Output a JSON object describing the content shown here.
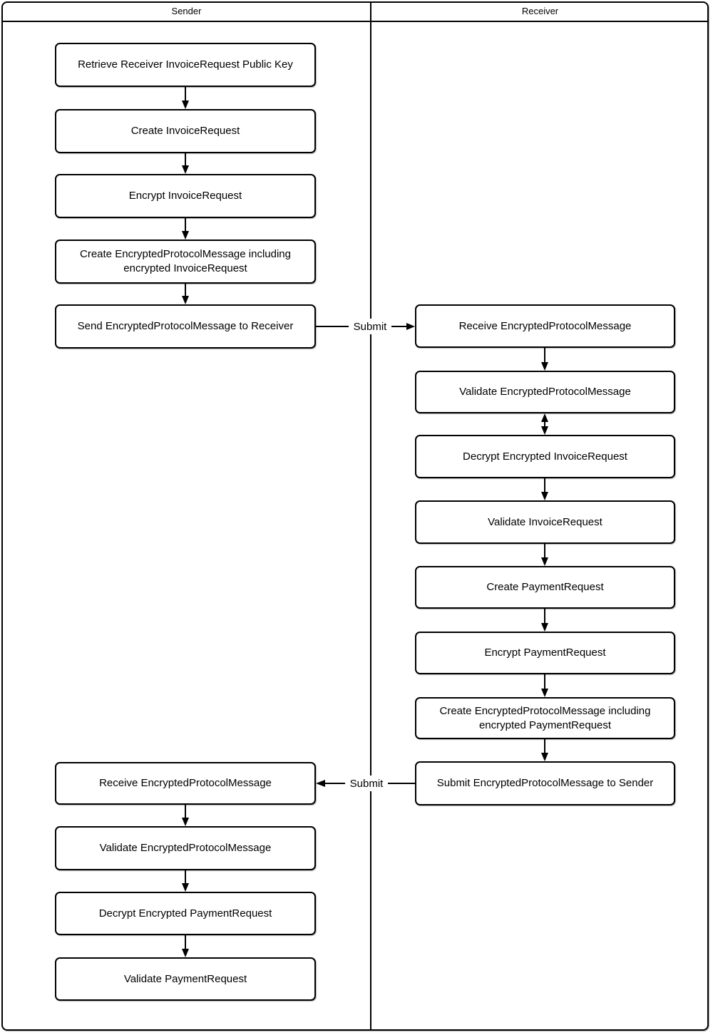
{
  "diagram": {
    "type": "swimlane-flowchart",
    "colors": {
      "stroke": "#000000",
      "fill": "#ffffff",
      "text": "#000000"
    },
    "lanes": [
      {
        "title": "Sender"
      },
      {
        "title": "Receiver"
      }
    ],
    "nodes": [
      {
        "id": "s-retrieve-key",
        "lane": "Sender",
        "label": "Retrieve Receiver InvoiceRequest Public Key"
      },
      {
        "id": "s-create-ir",
        "lane": "Sender",
        "label": "Create InvoiceRequest"
      },
      {
        "id": "s-encrypt-ir",
        "lane": "Sender",
        "label": "Encrypt InvoiceRequest"
      },
      {
        "id": "s-create-epm-ir",
        "lane": "Sender",
        "label": "Create EncryptedProtocolMessage including encrypted InvoiceRequest"
      },
      {
        "id": "s-send-epm",
        "lane": "Sender",
        "label": "Send EncryptedProtocolMessage to Receiver"
      },
      {
        "id": "r-receive-epm",
        "lane": "Receiver",
        "label": "Receive EncryptedProtocolMessage"
      },
      {
        "id": "r-validate-epm",
        "lane": "Receiver",
        "label": "Validate EncryptedProtocolMessage"
      },
      {
        "id": "r-decrypt-ir",
        "lane": "Receiver",
        "label": "Decrypt Encrypted InvoiceRequest"
      },
      {
        "id": "r-validate-ir",
        "lane": "Receiver",
        "label": "Validate InvoiceRequest"
      },
      {
        "id": "r-create-pr",
        "lane": "Receiver",
        "label": "Create PaymentRequest"
      },
      {
        "id": "r-encrypt-pr",
        "lane": "Receiver",
        "label": "Encrypt PaymentRequest"
      },
      {
        "id": "r-create-epm-pr",
        "lane": "Receiver",
        "label": "Create EncryptedProtocolMessage including encrypted PaymentRequest"
      },
      {
        "id": "r-submit-epm",
        "lane": "Receiver",
        "label": "Submit EncryptedProtocolMessage to Sender"
      },
      {
        "id": "s-receive-epm",
        "lane": "Sender",
        "label": "Receive EncryptedProtocolMessage"
      },
      {
        "id": "s-validate-epm",
        "lane": "Sender",
        "label": "Validate EncryptedProtocolMessage"
      },
      {
        "id": "s-decrypt-pr",
        "lane": "Sender",
        "label": "Decrypt Encrypted PaymentRequest"
      },
      {
        "id": "s-validate-pr",
        "lane": "Sender",
        "label": "Validate PaymentRequest"
      }
    ],
    "edges": [
      {
        "from": "s-retrieve-key",
        "to": "s-create-ir",
        "direction": "down",
        "label": ""
      },
      {
        "from": "s-create-ir",
        "to": "s-encrypt-ir",
        "direction": "down",
        "label": ""
      },
      {
        "from": "s-encrypt-ir",
        "to": "s-create-epm-ir",
        "direction": "down",
        "label": ""
      },
      {
        "from": "s-create-epm-ir",
        "to": "s-send-epm",
        "direction": "down",
        "label": ""
      },
      {
        "from": "s-send-epm",
        "to": "r-receive-epm",
        "direction": "right",
        "label": "Submit"
      },
      {
        "from": "r-receive-epm",
        "to": "r-validate-epm",
        "direction": "down",
        "label": ""
      },
      {
        "from": "r-validate-epm",
        "to": "r-decrypt-ir",
        "direction": "both",
        "label": ""
      },
      {
        "from": "r-decrypt-ir",
        "to": "r-validate-ir",
        "direction": "down",
        "label": ""
      },
      {
        "from": "r-validate-ir",
        "to": "r-create-pr",
        "direction": "down",
        "label": ""
      },
      {
        "from": "r-create-pr",
        "to": "r-encrypt-pr",
        "direction": "down",
        "label": ""
      },
      {
        "from": "r-encrypt-pr",
        "to": "r-create-epm-pr",
        "direction": "down",
        "label": ""
      },
      {
        "from": "r-create-epm-pr",
        "to": "r-submit-epm",
        "direction": "down",
        "label": ""
      },
      {
        "from": "r-submit-epm",
        "to": "s-receive-epm",
        "direction": "left",
        "label": "Submit"
      },
      {
        "from": "s-receive-epm",
        "to": "s-validate-epm",
        "direction": "down",
        "label": ""
      },
      {
        "from": "s-validate-epm",
        "to": "s-decrypt-pr",
        "direction": "down",
        "label": ""
      },
      {
        "from": "s-decrypt-pr",
        "to": "s-validate-pr",
        "direction": "down",
        "label": ""
      }
    ]
  }
}
